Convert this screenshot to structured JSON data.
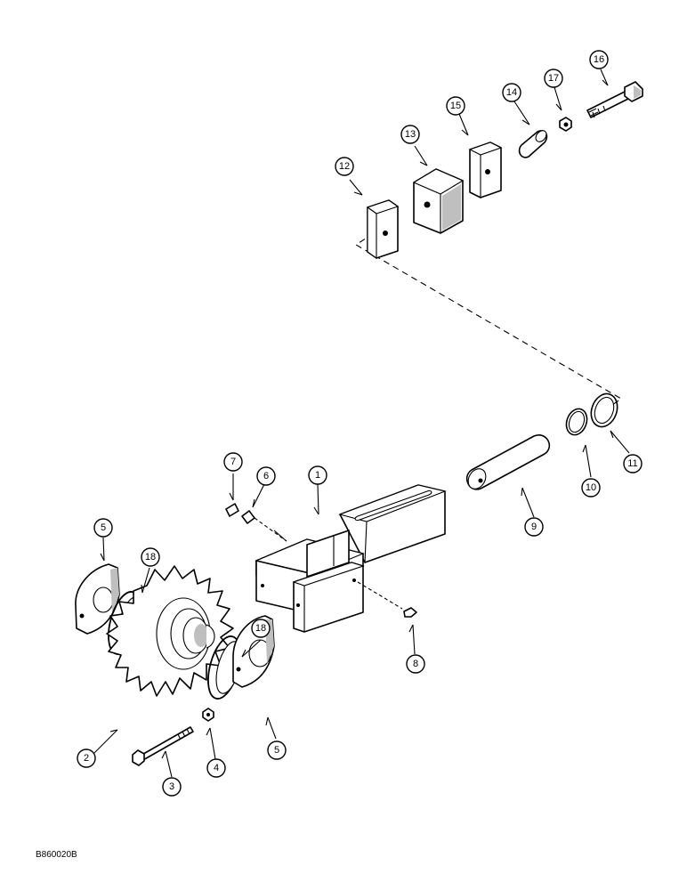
{
  "drawing_code": "B860020B",
  "callouts": [
    "1",
    "2",
    "3",
    "4",
    "5",
    "5",
    "6",
    "7",
    "8",
    "9",
    "10",
    "11",
    "12",
    "13",
    "14",
    "15",
    "16",
    "17",
    "18",
    "18"
  ]
}
